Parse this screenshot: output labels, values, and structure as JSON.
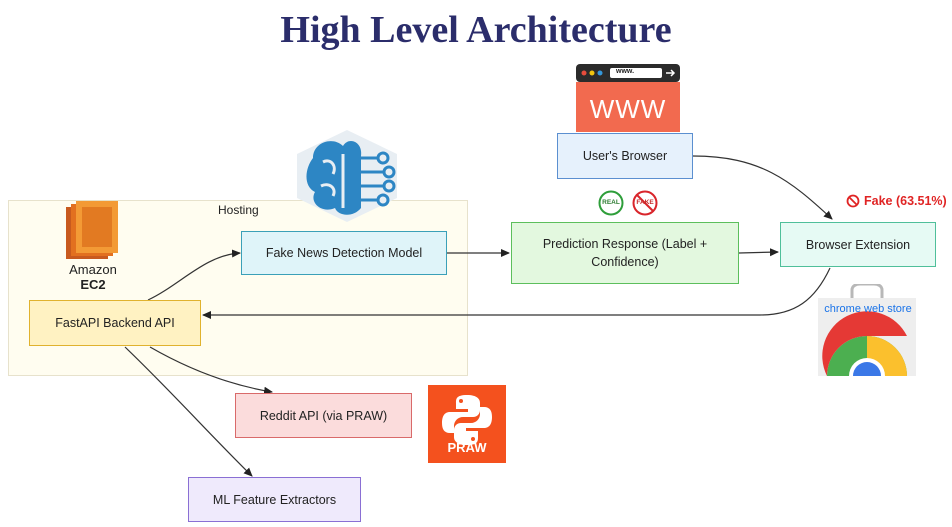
{
  "title": "High Level Architecture",
  "hosting_label": "Hosting",
  "nodes": {
    "model": "Fake News Detection Model",
    "prediction": "Prediction Response (Label + Confidence)",
    "browser": "User's Browser",
    "extension": "Browser Extension",
    "fastapi": "FastAPI Backend API",
    "reddit": "Reddit API (via PRAW)",
    "ml": "ML Feature Extractors"
  },
  "amazon": {
    "line1": "Amazon",
    "line2": "EC2"
  },
  "www_icon": {
    "url_text": "www.",
    "banner": "WWW"
  },
  "badges": {
    "real": "REAL",
    "fake": "FAKE"
  },
  "fake_result": "Fake (63.51%)",
  "chrome_store": "chrome web store",
  "praw_label": "PRAW",
  "colors": {
    "model_fill": "#dff4f9",
    "model_border": "#3aa0b8",
    "prediction_fill": "#e3f8df",
    "prediction_border": "#5cbf5c",
    "browser_fill": "#e6f1fc",
    "browser_border": "#5b8fd0",
    "extension_fill": "#e6faf4",
    "extension_border": "#4fbf9a",
    "fastapi_fill": "#fff2c2",
    "fastapi_border": "#e0b22e",
    "reddit_fill": "#fbdcdc",
    "reddit_border": "#d96a6a",
    "ml_fill": "#efeafc",
    "ml_border": "#8a6fd4",
    "fake_red": "#e02424",
    "praw_orange": "#f4511e"
  }
}
